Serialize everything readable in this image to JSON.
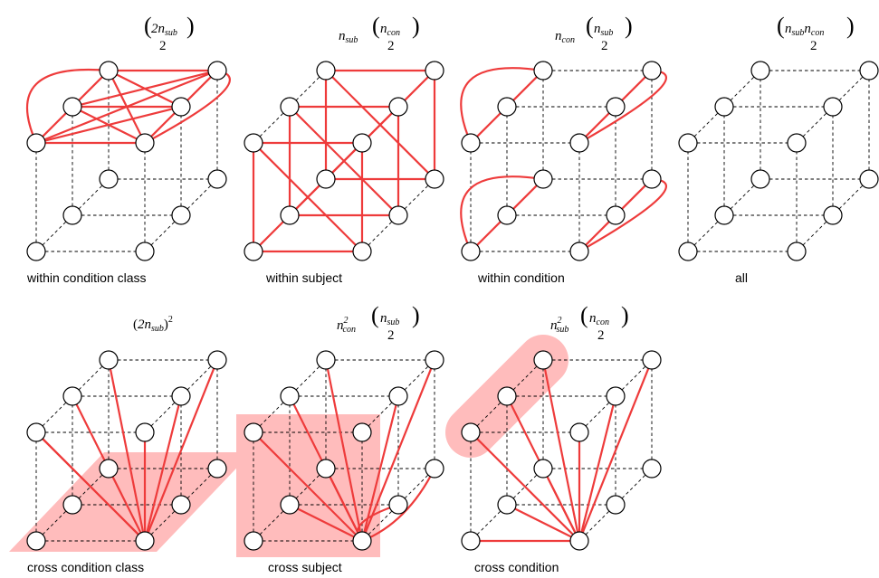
{
  "panels": [
    {
      "id": "within-condition-class",
      "caption": "within condition class",
      "formula": {
        "kind": "binom",
        "pre": null,
        "top": "2n_sub",
        "bottom": "2"
      }
    },
    {
      "id": "within-subject",
      "caption": "within subject",
      "formula": {
        "kind": "binom",
        "pre": "n_sub",
        "top": "n_con",
        "bottom": "2"
      }
    },
    {
      "id": "within-condition",
      "caption": "within condition",
      "formula": {
        "kind": "binom",
        "pre": "n_con",
        "top": "n_sub",
        "bottom": "2"
      }
    },
    {
      "id": "all",
      "caption": "all",
      "formula": {
        "kind": "binom",
        "pre": null,
        "top": "n_sub n_con",
        "bottom": "2"
      }
    },
    {
      "id": "cross-condition-class",
      "caption": "cross condition class",
      "formula": {
        "kind": "power",
        "text": "(2n_sub)^2"
      }
    },
    {
      "id": "cross-subject",
      "caption": "cross subject",
      "formula": {
        "kind": "binom",
        "pre": "n_con^2",
        "top": "n_sub",
        "bottom": "2"
      }
    },
    {
      "id": "cross-condition",
      "caption": "cross condition",
      "formula": {
        "kind": "binom",
        "pre": "n_sub^2",
        "top": "n_con",
        "bottom": "2"
      }
    }
  ],
  "colors": {
    "edge": "#ee3b3b",
    "highlight": "#ffbcbc",
    "grid": "#000000",
    "node_fill": "#ffffff"
  }
}
